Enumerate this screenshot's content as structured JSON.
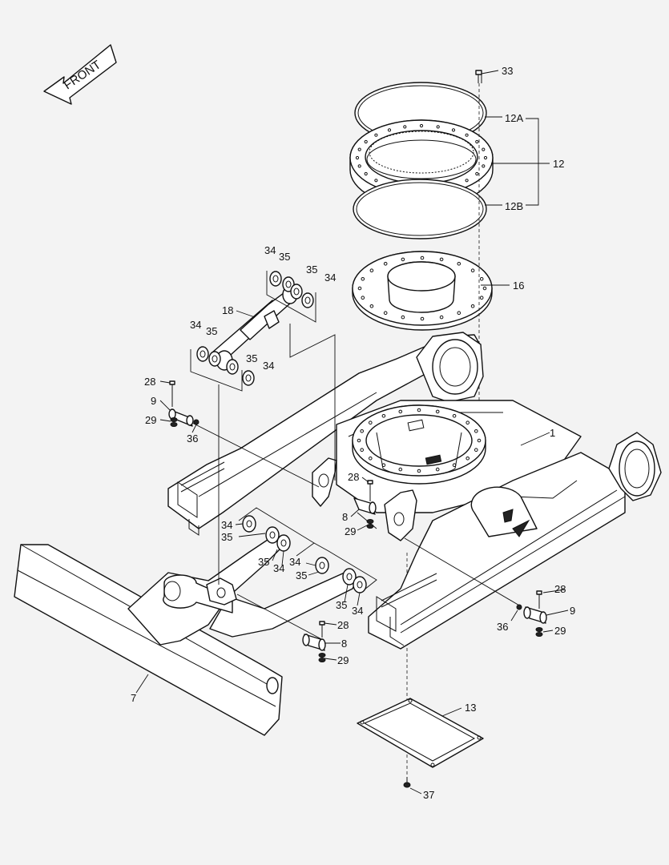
{
  "direction": {
    "label": "FRONT"
  },
  "callouts": {
    "c1": "1",
    "c7": "7",
    "c8a": "8",
    "c8b": "8",
    "c9a": "9",
    "c9b": "9",
    "c12": "12",
    "c12A": "12A",
    "c12B": "12B",
    "c13": "13",
    "c16": "16",
    "c18": "18",
    "c28a": "28",
    "c28b": "28",
    "c28c": "28",
    "c28d": "28",
    "c29a": "29",
    "c29b": "29",
    "c29c": "29",
    "c29d": "29",
    "c33": "33",
    "c34a": "34",
    "c34b": "34",
    "c34c": "34",
    "c34d": "34",
    "c34e": "34",
    "c34f": "34",
    "c34g": "34",
    "c34h": "34",
    "c35a": "35",
    "c35b": "35",
    "c35c": "35",
    "c35d": "35",
    "c35e": "35",
    "c35f": "35",
    "c35g": "35",
    "c35h": "35",
    "c36a": "36",
    "c36b": "36",
    "c37": "37"
  }
}
